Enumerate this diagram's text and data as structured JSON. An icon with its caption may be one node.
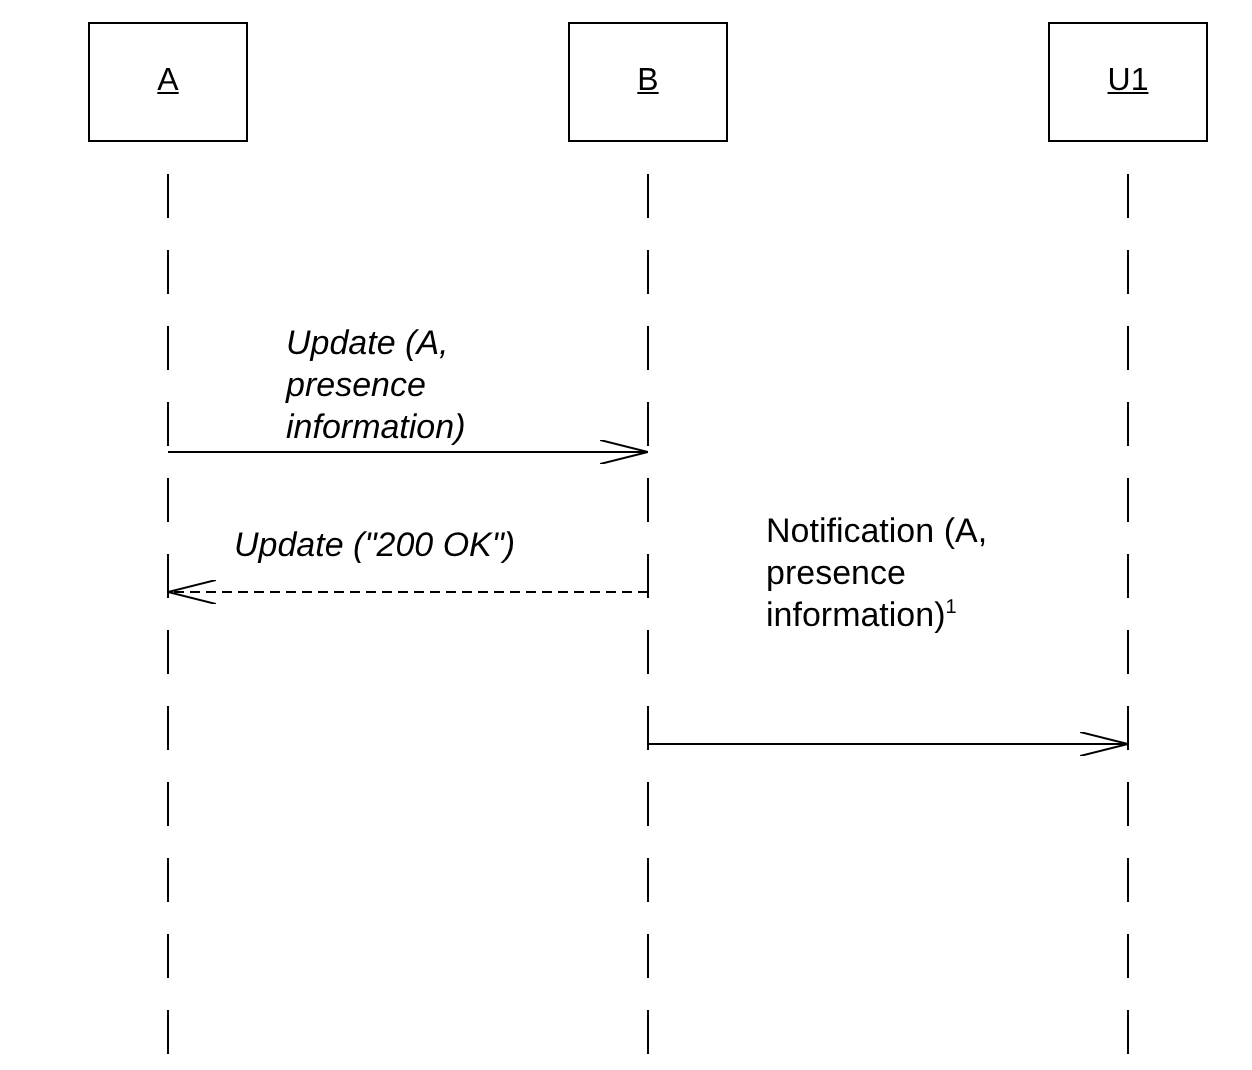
{
  "diagram": {
    "nodes": [
      {
        "text": [
          "A"
        ]
      },
      {
        "text": [
          "B"
        ]
      },
      {
        "text": [
          "U1"
        ]
      }
    ],
    "edges": [
      {
        "from": 0,
        "to": 1,
        "arrow": "to",
        "label": "Update (A, presence information)"
      },
      {
        "from": 1,
        "to": 0,
        "arrow": "to",
        "style": "dashed",
        "label": "Update (\"200 OK\")"
      },
      {
        "from": 1,
        "to": 2,
        "arrow": "to",
        "label": "Notification (A, presence information)$^{1}$"
      }
    ]
  }
}
